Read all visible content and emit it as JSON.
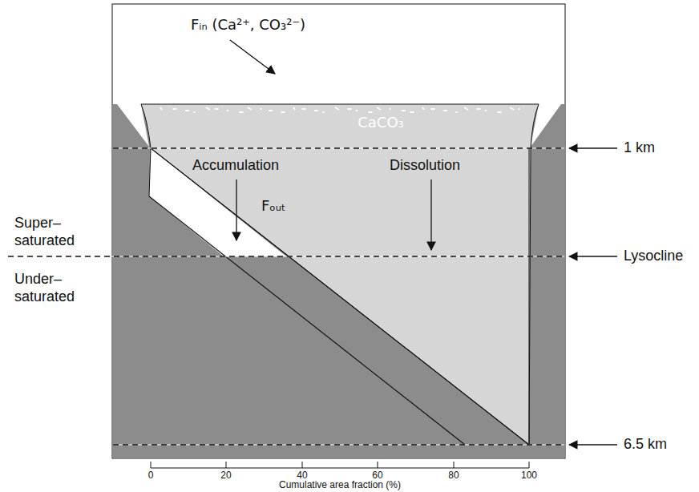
{
  "diagram": {
    "labels": [
      "Fᵢₙ (Ca²⁺, CO₃²⁻)",
      "CaCO₃",
      "Accumulation",
      "Fₒᵤₜ",
      "Dissolution",
      "Super– saturated",
      "Under– saturated",
      "1 km",
      "Lysocline",
      "6.5 km",
      "0",
      "20",
      "40",
      "60",
      "80",
      "100",
      "Cumulative area fraction (%)"
    ]
  }
}
